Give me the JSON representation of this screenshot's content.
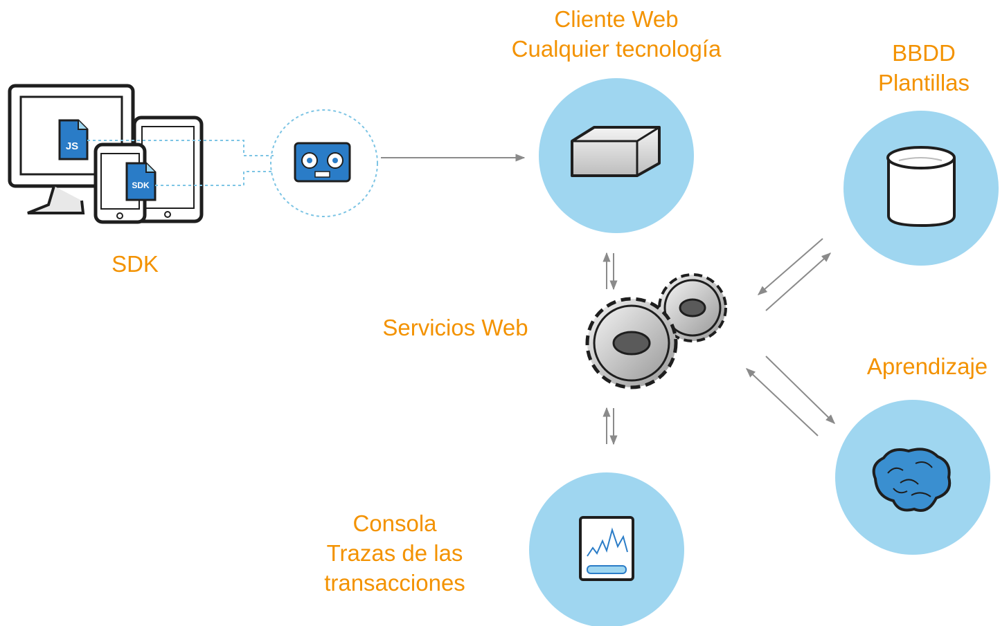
{
  "colors": {
    "label": "#f39200",
    "node_fill": "#9fd6f0",
    "arrow": "#8a8a8a",
    "dotted": "#7cc4e4",
    "icon_blue": "#3a8fd0"
  },
  "nodes": {
    "sdk": {
      "label": "SDK",
      "file_badges": [
        "JS",
        "SDK"
      ],
      "icon": "devices-icon"
    },
    "recorder": {
      "icon": "tape-recorder-icon"
    },
    "cliente_web": {
      "lines": [
        "Cliente Web",
        "Cualquier tecnología"
      ],
      "icon": "server-box-icon"
    },
    "bbdd": {
      "lines": [
        "BBDD",
        "Plantillas"
      ],
      "icon": "database-icon"
    },
    "servicios_web": {
      "label": "Servicios Web",
      "icon": "gears-icon"
    },
    "aprendizaje": {
      "label": "Aprendizaje",
      "icon": "brain-icon"
    },
    "consola": {
      "lines": [
        "Consola",
        "Trazas de las",
        "transacciones"
      ],
      "icon": "chart-monitor-icon"
    }
  },
  "edges": [
    {
      "from": "recorder",
      "to": "cliente_web",
      "direction": "forward"
    },
    {
      "from": "cliente_web",
      "to": "servicios_web",
      "direction": "bidirectional"
    },
    {
      "from": "servicios_web",
      "to": "consola",
      "direction": "bidirectional"
    },
    {
      "from": "servicios_web",
      "to": "bbdd",
      "direction": "bidirectional"
    },
    {
      "from": "servicios_web",
      "to": "aprendizaje",
      "direction": "bidirectional"
    }
  ]
}
